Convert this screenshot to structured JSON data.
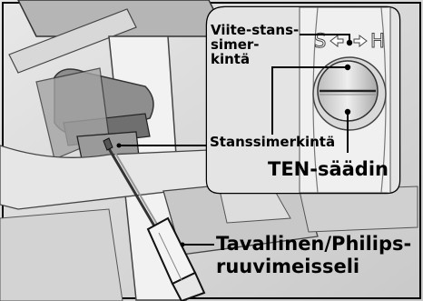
{
  "figure": {
    "labels": {
      "reference_mark": "Viite-stans-\nsimer-\nkintä",
      "punch_mark": "Stanssimerkintä",
      "adjuster": "TEN-säädin",
      "screwdriver_line1": "Tavallinen/Philips-",
      "screwdriver_line2": "ruuvimeisseli"
    },
    "dial": {
      "left_letter": "S",
      "right_letter": "H"
    }
  }
}
